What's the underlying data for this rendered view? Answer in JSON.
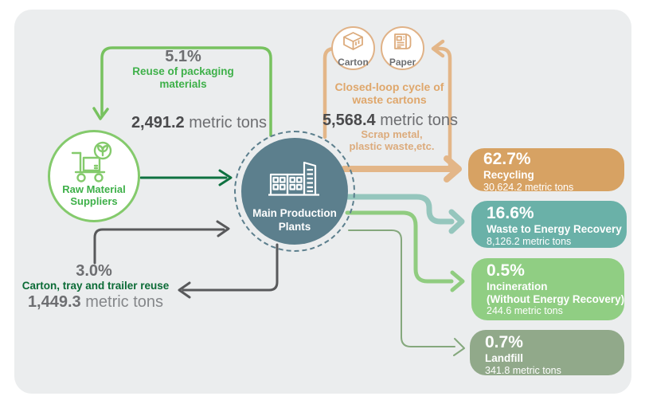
{
  "colors": {
    "panel": "#ebedee",
    "slate": "#5c7f8d",
    "bracket_green": "#77c25f",
    "dark_green_arrow": "#0e7140",
    "gray_arrow": "#58595b",
    "tan_line": "#e3b688",
    "teal_line": "#95c6bd",
    "green_line": "#90cc80",
    "olive_line": "#85a87d",
    "green_text": "#3eb049",
    "deep_green_text": "#0b6b36",
    "tan_text": "#dfa76c",
    "gray_text": "#6d6e71"
  },
  "nodes": {
    "suppliers": {
      "line1": "Raw Material",
      "line2": "Suppliers"
    },
    "plants": {
      "line1": "Main Production",
      "line2": "Plants"
    },
    "carton": {
      "label": "Carton"
    },
    "paper": {
      "label": "Paper"
    }
  },
  "flows": {
    "reuse_packaging": {
      "percent": "5.1%",
      "label_line1": "Reuse of packaging",
      "label_line2": "materials",
      "value": "2,491.2",
      "unit": "metric tons"
    },
    "closed_loop": {
      "label_line1": "Closed-loop cycle of",
      "label_line2": "waste cartons",
      "value": "5,568.4",
      "unit": "metric tons",
      "note_line1": "Scrap metal,",
      "note_line2": "plastic waste,etc."
    },
    "carton_reuse": {
      "percent": "3.0%",
      "label": "Carton, tray and trailer reuse",
      "value": "1,449.3",
      "unit": "metric tons"
    }
  },
  "outputs": [
    {
      "percent": "62.7%",
      "label_line1": "Recycling",
      "label_line2": "",
      "tons": "30,624.2 metric tons",
      "color": "#d7a263"
    },
    {
      "percent": "16.6%",
      "label_line1": "Waste to Energy Recovery",
      "label_line2": "",
      "tons": "8,126.2 metric tons",
      "color": "#6ab1a8"
    },
    {
      "percent": "0.5%",
      "label_line1": "Incineration",
      "label_line2": "(Without Energy Recovery)",
      "tons": "244.6 metric tons",
      "color": "#90ce83"
    },
    {
      "percent": "0.7%",
      "label_line1": "Landfill",
      "label_line2": "",
      "tons": "341.8 metric tons",
      "color": "#91a98a"
    }
  ]
}
